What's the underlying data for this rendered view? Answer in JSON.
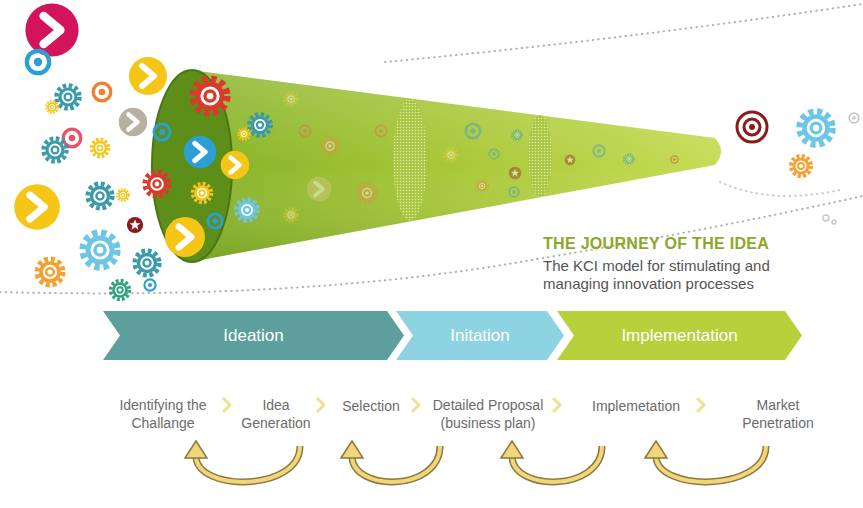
{
  "diagram": {
    "title": "THE JOURNEY OF THE IDEA",
    "caption": "The KCI model for stimulating and managing innovation processes",
    "nodes": [
      {
        "text": [
          "Ideation"
        ]
      },
      {
        "text": [
          "Initation"
        ]
      },
      {
        "text": [
          "Implementation"
        ]
      }
    ],
    "labels": [
      "Identifying the Challange",
      "Idea Generation",
      "Selection",
      "Detailed Proposal (business plan)",
      "Implemetation",
      "Market Penetration"
    ]
  }
}
